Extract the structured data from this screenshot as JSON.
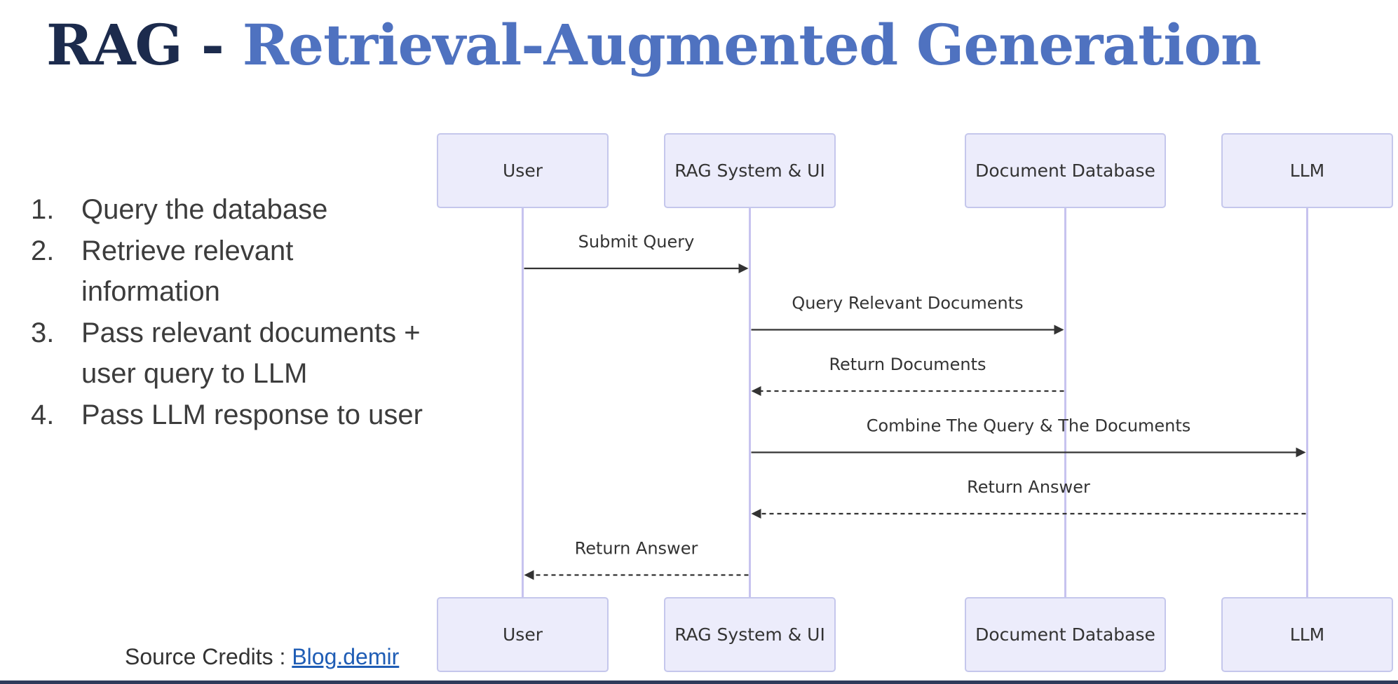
{
  "title": {
    "prefix": "RAG - ",
    "main": "Retrieval-Augmented Generation"
  },
  "steps": [
    {
      "num": "1.",
      "text": "Query the database"
    },
    {
      "num": "2.",
      "text": "Retrieve relevant information"
    },
    {
      "num": "3.",
      "text": "Pass relevant documents + user query to LLM"
    },
    {
      "num": "4.",
      "text": "Pass LLM response to user"
    }
  ],
  "credits": {
    "label": "Source Credits : ",
    "link": "Blog.demir"
  },
  "diagram": {
    "participants": [
      "User",
      "RAG System & UI",
      "Document Database",
      "LLM"
    ],
    "messages": [
      {
        "from": 0,
        "to": 1,
        "label": "Submit Query",
        "dashed": false
      },
      {
        "from": 1,
        "to": 2,
        "label": "Query Relevant Documents",
        "dashed": false
      },
      {
        "from": 2,
        "to": 1,
        "label": "Return Documents",
        "dashed": true
      },
      {
        "from": 1,
        "to": 3,
        "label": "Combine The Query & The Documents",
        "dashed": false
      },
      {
        "from": 3,
        "to": 1,
        "label": "Return Answer",
        "dashed": true
      },
      {
        "from": 1,
        "to": 0,
        "label": "Return Answer",
        "dashed": true
      }
    ]
  }
}
